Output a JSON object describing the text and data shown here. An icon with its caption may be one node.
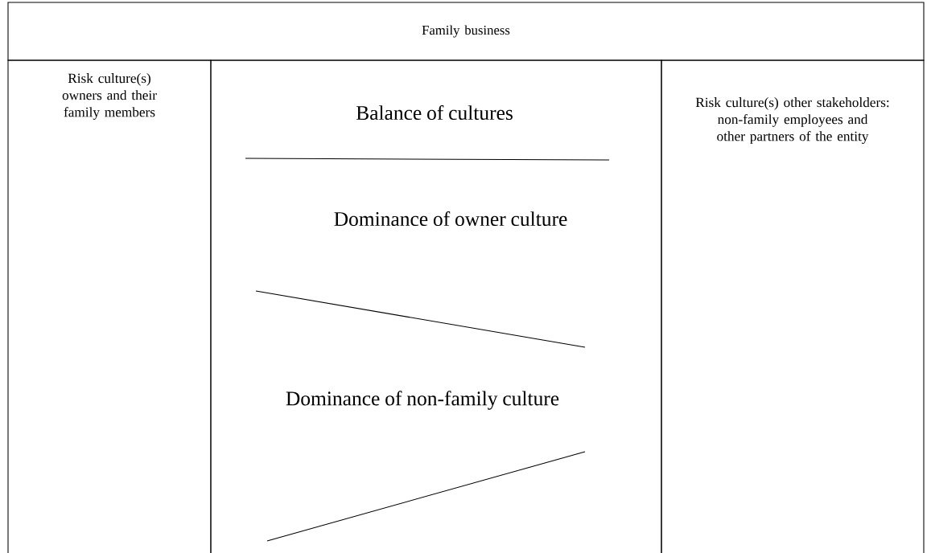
{
  "diagram": {
    "nodes": [
      {
        "text": [
          "Family business"
        ]
      },
      {
        "text": [
          "Risk culture(s) owners and their family members"
        ]
      },
      {
        "text": [
          "Balance of cultures",
          "Dominance of owner culture",
          "Dominance of non-family culture"
        ]
      },
      {
        "text": [
          "Risk culture(s) other stakeholders: non-family employees and other partners of the entity"
        ]
      }
    ]
  }
}
